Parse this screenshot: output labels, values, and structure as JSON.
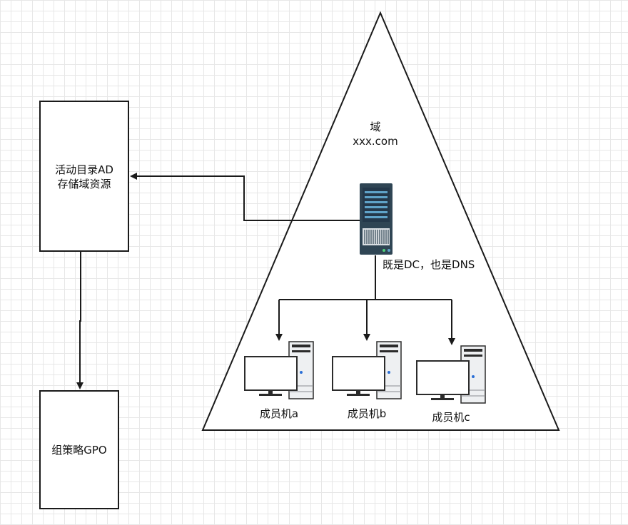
{
  "boxes": {
    "ad": {
      "line1": "活动目录AD",
      "line2": "存储域资源"
    },
    "gpo": {
      "label": "组策略GPO"
    }
  },
  "domain": {
    "title": "域",
    "name": "xxx.com"
  },
  "server": {
    "caption": "既是DC，也是DNS"
  },
  "members": [
    {
      "label": "成员机a"
    },
    {
      "label": "成员机b"
    },
    {
      "label": "成员机c"
    }
  ],
  "colors": {
    "line": "#1a1a1a",
    "server_body": "#2f4554",
    "server_accent": "#5fa3c8",
    "pc_case": "#eef0f2",
    "pc_dark": "#2b2b2b",
    "led_blue": "#2a6fd6"
  }
}
